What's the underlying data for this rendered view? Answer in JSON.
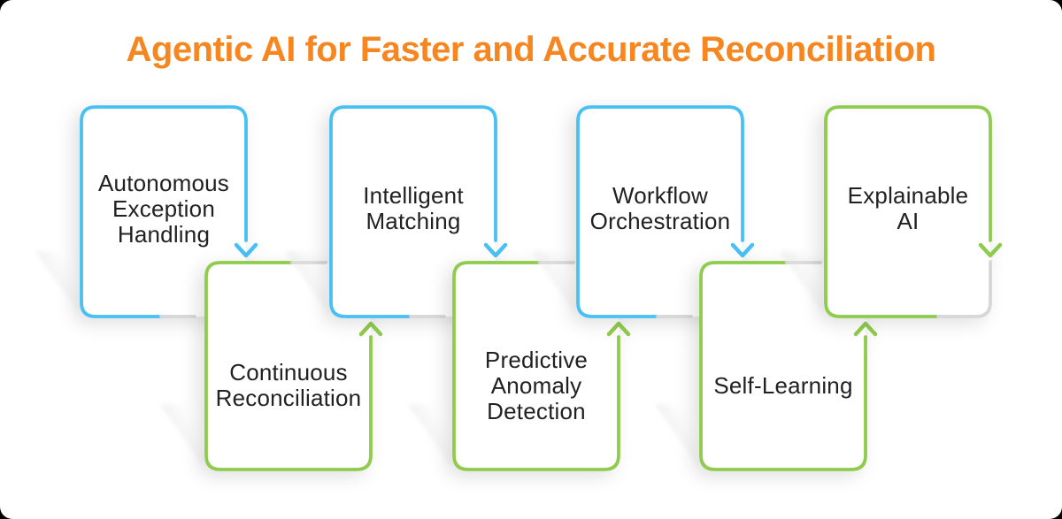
{
  "title": "Agentic AI for Faster and Accurate Reconciliation",
  "boxes": [
    {
      "id": "autonomous-exception-handling",
      "label": "Autonomous\nException\nHandling",
      "row": "top",
      "accent": "blue",
      "connector": "down-arrow"
    },
    {
      "id": "continuous-reconciliation",
      "label": "Continuous\nReconciliation",
      "row": "bottom",
      "accent": "green",
      "connector": "up-arrow"
    },
    {
      "id": "intelligent-matching",
      "label": "Intelligent\nMatching",
      "row": "top",
      "accent": "blue",
      "connector": "down-arrow"
    },
    {
      "id": "predictive-anomaly-detection",
      "label": "Predictive\nAnomaly\nDetection",
      "row": "bottom",
      "accent": "green",
      "connector": "up-arrow"
    },
    {
      "id": "workflow-orchestration",
      "label": "Workflow\nOrchestration",
      "row": "top",
      "accent": "blue",
      "connector": "down-arrow"
    },
    {
      "id": "self-learning",
      "label": "Self-Learning",
      "row": "bottom",
      "accent": "green",
      "connector": "up-arrow"
    },
    {
      "id": "explainable-ai",
      "label": "Explainable\nAI",
      "row": "top",
      "accent": "green",
      "connector": "down-arrow"
    }
  ],
  "colors": {
    "blue": "#48C0F2",
    "green": "#8FCB4D",
    "gray": "#D7D7D7",
    "title": "#F6861F",
    "text": "#212121"
  }
}
